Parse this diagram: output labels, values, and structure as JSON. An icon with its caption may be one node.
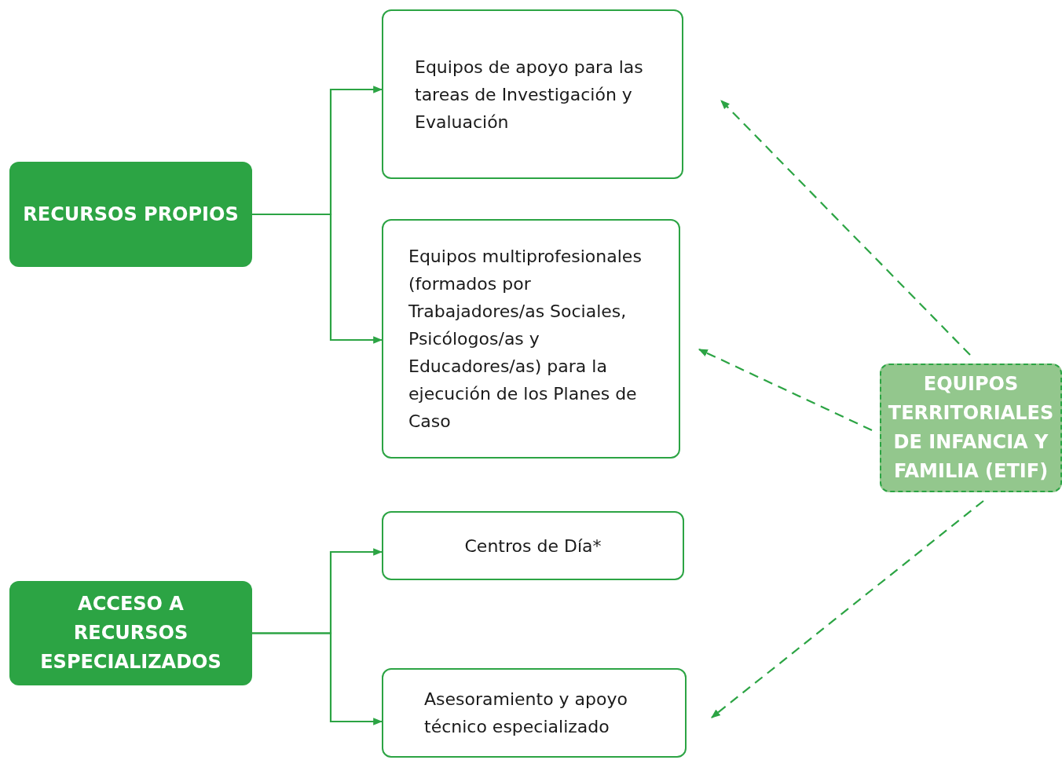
{
  "diagram": {
    "nodes": [
      {
        "text": [
          "RECURSOS PROPIOS"
        ]
      },
      {
        "text": [
          "Equipos de apoyo para las tareas de Investigación y Evaluación"
        ]
      },
      {
        "text": [
          "Equipos multiprofesionales (formados por Trabajadores/as Sociales, Psicólogos/as y Educadores/as) para la ejecución de los Planes de Caso"
        ]
      },
      {
        "text": [
          "ACCESO A RECURSOS ESPECIALIZADOS"
        ]
      },
      {
        "text": [
          "Centros de Día*"
        ]
      },
      {
        "text": [
          "Asesoramiento y apoyo técnico especializado"
        ]
      },
      {
        "text": [
          "EQUIPOS TERRITORIALES DE INFANCIA Y FAMILIA (ETIF)"
        ]
      }
    ],
    "edges": [
      {
        "from": 0,
        "to": 1,
        "arrow": "to"
      },
      {
        "from": 0,
        "to": 2,
        "arrow": "to"
      },
      {
        "from": 3,
        "to": 4,
        "arrow": "to"
      },
      {
        "from": 3,
        "to": 5,
        "arrow": "to"
      },
      {
        "from": 6,
        "to": 1,
        "arrow": "to",
        "style": "dashed"
      },
      {
        "from": 6,
        "to": 2,
        "arrow": "to",
        "style": "dashed"
      },
      {
        "from": 6,
        "to": 5,
        "arrow": "to",
        "style": "dashed"
      }
    ]
  }
}
